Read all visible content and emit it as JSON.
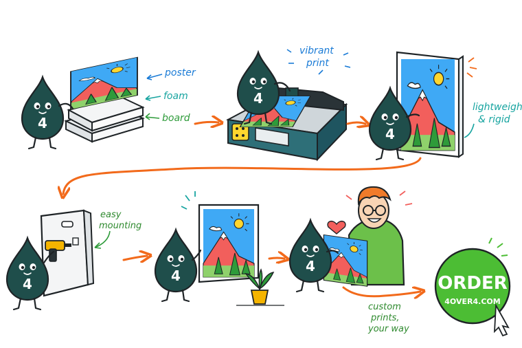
{
  "labels": {
    "poster": "poster",
    "foam": "foam",
    "board": "board",
    "vibrant_1": "vibrant",
    "vibrant_2": "print",
    "lightweight_1": "lightweight",
    "lightweight_2": "& rigid",
    "easy_1": "easy",
    "easy_2": "mounting",
    "custom_1": "custom",
    "custom_2": "prints,",
    "custom_3": "your way"
  },
  "mascot": {
    "number": "4"
  },
  "cta": {
    "line1": "ORDER",
    "line2": "4OVER4.COM",
    "color": "#4cbd34"
  },
  "colors": {
    "mascot": "#1f4e4b",
    "arrow": "#f26a1b",
    "sky": "#3fa9f5",
    "mountain": "#f25f5c",
    "tree": "#2e9b3a",
    "sun": "#ffd62e",
    "printer": "#2e6f78",
    "hoodie": "#6cc04a",
    "hair": "#f07b2a",
    "pot": "#f5b400"
  }
}
